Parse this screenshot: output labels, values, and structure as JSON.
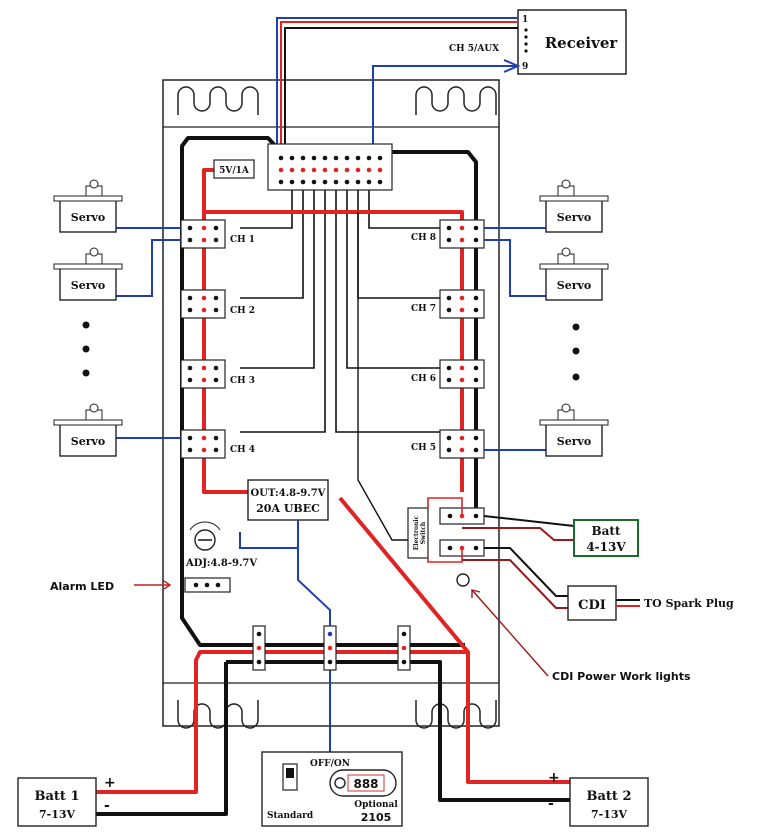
{
  "receiver": {
    "title": "Receiver",
    "pin_top": "1",
    "pin_bottom": "9",
    "aux_label": "CH 5/AUX"
  },
  "regulator_label": "5V/1A",
  "servo_label": "Servo",
  "channels": {
    "ch1": "CH 1",
    "ch2": "CH 2",
    "ch3": "CH 3",
    "ch4": "CH 4",
    "ch5": "CH 5",
    "ch6": "CH 6",
    "ch7": "CH 7",
    "ch8": "CH 8"
  },
  "ubec": {
    "line1": "OUT:4.8-9.7V",
    "line2": "20A UBEC",
    "adj": "ADJ:4.8-9.7V"
  },
  "electronic_switch": {
    "line1": "Electronic",
    "line2": "Switch"
  },
  "batt_ign": {
    "title": "Batt",
    "voltage": "4-13V"
  },
  "cdi": {
    "title": "CDI",
    "spark": "TO Spark Plug"
  },
  "cdi_lights": "CDI Power Work lights",
  "alarm": "Alarm LED",
  "switch_panel": {
    "offon": "OFF/ON",
    "standard": "Standard",
    "optional": "Optional",
    "model": "2105"
  },
  "batt1": {
    "title": "Batt 1",
    "voltage": "7-13V",
    "plus": "+",
    "minus": "-"
  },
  "batt2": {
    "title": "Batt 2",
    "voltage": "7-13V",
    "plus": "+",
    "minus": "-"
  },
  "colors": {
    "signal": "#1f3fb0",
    "power": "#e02424",
    "ground": "#111111",
    "ign_green": "#1b6b2a",
    "dark_red": "#9a1a1a"
  }
}
